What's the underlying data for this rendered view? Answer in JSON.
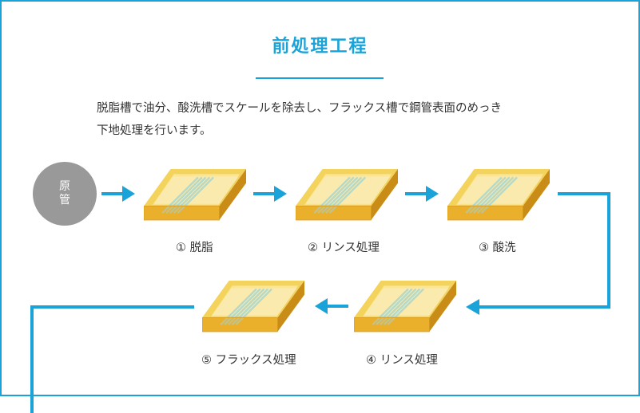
{
  "title": "前処理工程",
  "description_line1": "脱脂槽で油分、酸洗槽でスケールを除去し、フラックス槽で鋼管表面のめっき",
  "description_line2": "下地処理を行います。",
  "raw_material": "原管",
  "steps": [
    {
      "label": "① 脱脂"
    },
    {
      "label": "② リンス処理"
    },
    {
      "label": "③ 酸洗"
    },
    {
      "label": "④ リンス処理"
    },
    {
      "label": "⑤ フラックス処理"
    }
  ],
  "colors": {
    "accent": "#1aa3d9",
    "tank": "#e8b92e",
    "raw_circle": "#999999"
  }
}
